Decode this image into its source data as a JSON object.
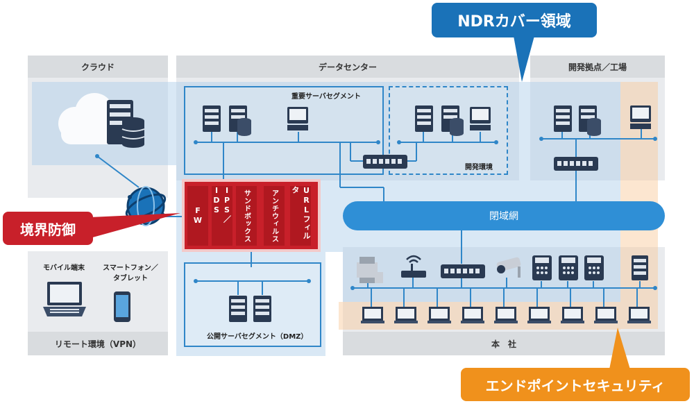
{
  "callouts": {
    "ndr": "NDRカバー領域",
    "boundary": "境界防御",
    "endpoint": "エンドポイントセキュリティ"
  },
  "zones": {
    "cloud": "クラウド",
    "datacenter": "データセンター",
    "branch": "開発拠点／工場",
    "remote": "リモート環境（VPN）",
    "hq": "本　社"
  },
  "segments": {
    "critical": "重要サーバセグメント",
    "dev": "開発環境",
    "dmz": "公開サーバセグメント（DMZ）"
  },
  "security_stack": [
    "FW",
    "IPS／IDS",
    "サンドボックス",
    "アンチウィルス",
    "URLフィルタ"
  ],
  "closed_network": "閉域網",
  "remote_devices": {
    "mobile": "モバイル端末",
    "smartphone_line1": "スマートフォン／",
    "smartphone_line2": "タブレット"
  },
  "colors": {
    "ndr_blue": "#1a72b8",
    "boundary_red": "#c8202a",
    "endpoint_orange": "#f0911c",
    "network_blue": "#2f86c8"
  }
}
